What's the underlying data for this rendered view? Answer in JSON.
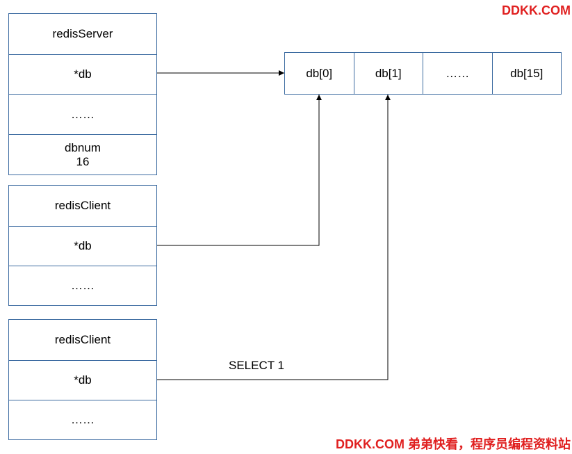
{
  "watermark": {
    "top": "DDKK.COM",
    "bottom": "DDKK.COM 弟弟快看，程序员编程资料站"
  },
  "server": {
    "title": "redisServer",
    "db_ptr": "*db",
    "ellipsis": "……",
    "dbnum_label": "dbnum",
    "dbnum_value": "16"
  },
  "client1": {
    "title": "redisClient",
    "db_ptr": "*db",
    "ellipsis": "……"
  },
  "client2": {
    "title": "redisClient",
    "db_ptr": "*db",
    "ellipsis": "……"
  },
  "db_array": [
    "db[0]",
    "db[1]",
    "……",
    "db[15]"
  ],
  "command_label": "SELECT 1"
}
